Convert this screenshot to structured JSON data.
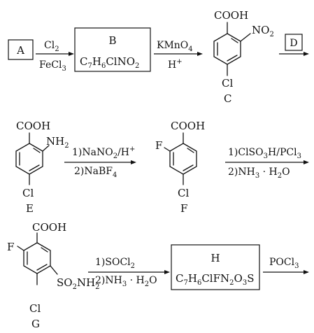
{
  "compounds": {
    "A": {
      "label": "A"
    },
    "B": {
      "label": "B",
      "formula": [
        "C",
        "7",
        "H",
        "6",
        "ClNO",
        "2",
        ""
      ]
    },
    "C": {
      "label": "C",
      "cooh": "COOH",
      "no2": [
        "NO",
        "2"
      ],
      "cl": "Cl"
    },
    "D": {
      "label": "D"
    },
    "E": {
      "label": "E",
      "cooh": "COOH",
      "nh2": [
        "NH",
        "2"
      ],
      "cl": "Cl"
    },
    "F": {
      "label": "F",
      "cooh": "COOH",
      "f": "F",
      "cl": "Cl"
    },
    "G": {
      "label": "G",
      "cooh": "COOH",
      "f": "F",
      "so2nh2": [
        "SO",
        "2",
        "NH",
        "2"
      ],
      "cl": "Cl"
    },
    "H": {
      "label": "H",
      "formula": [
        "C",
        "7",
        "H",
        "6",
        "ClFN",
        "2",
        "O",
        "3",
        "S"
      ]
    }
  },
  "reagents": {
    "a_to_b_top": [
      "Cl",
      "2"
    ],
    "a_to_b_bottom": [
      "FeCl",
      "3"
    ],
    "b_to_c_top": [
      "KMnO",
      "4"
    ],
    "b_to_c_bottom": [
      "H",
      "+"
    ],
    "e_to_f_top": [
      "1)NaNO",
      "2",
      "/H",
      "+"
    ],
    "e_to_f_bottom": [
      "2)NaBF",
      "4"
    ],
    "f_to_g_top": [
      "1)ClSO",
      "3",
      "H/PCl",
      "3"
    ],
    "f_to_g_bottom": [
      "2)NH",
      "3",
      " · H",
      "2",
      "O"
    ],
    "g_to_h_top": [
      "1)SOCl",
      "2"
    ],
    "g_to_h_bottom": [
      "2)NH",
      "3",
      " · H",
      "2",
      "O"
    ],
    "h_next_top": [
      "POCl",
      "3"
    ]
  }
}
